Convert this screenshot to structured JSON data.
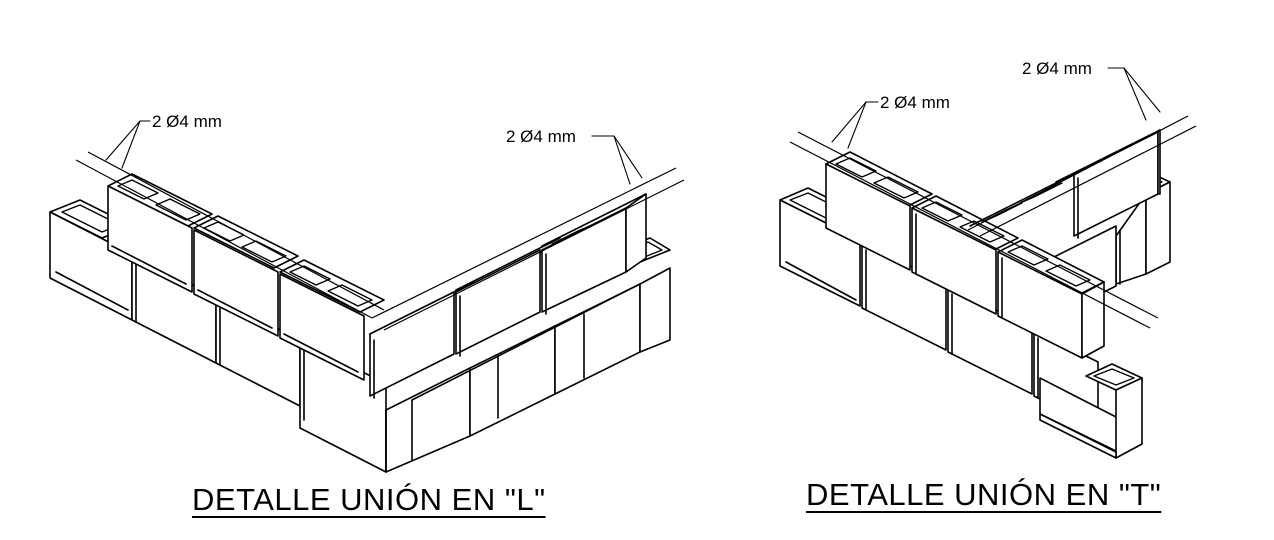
{
  "details": [
    {
      "id": "l",
      "title": "DETALLE UNIÓN EN \"L\"",
      "callouts": [
        "2 Ø4 mm",
        "2 Ø4 mm"
      ]
    },
    {
      "id": "t",
      "title": "DETALLE UNIÓN EN \"T\"",
      "callouts": [
        "2 Ø4 mm",
        "2 Ø4 mm"
      ]
    }
  ]
}
